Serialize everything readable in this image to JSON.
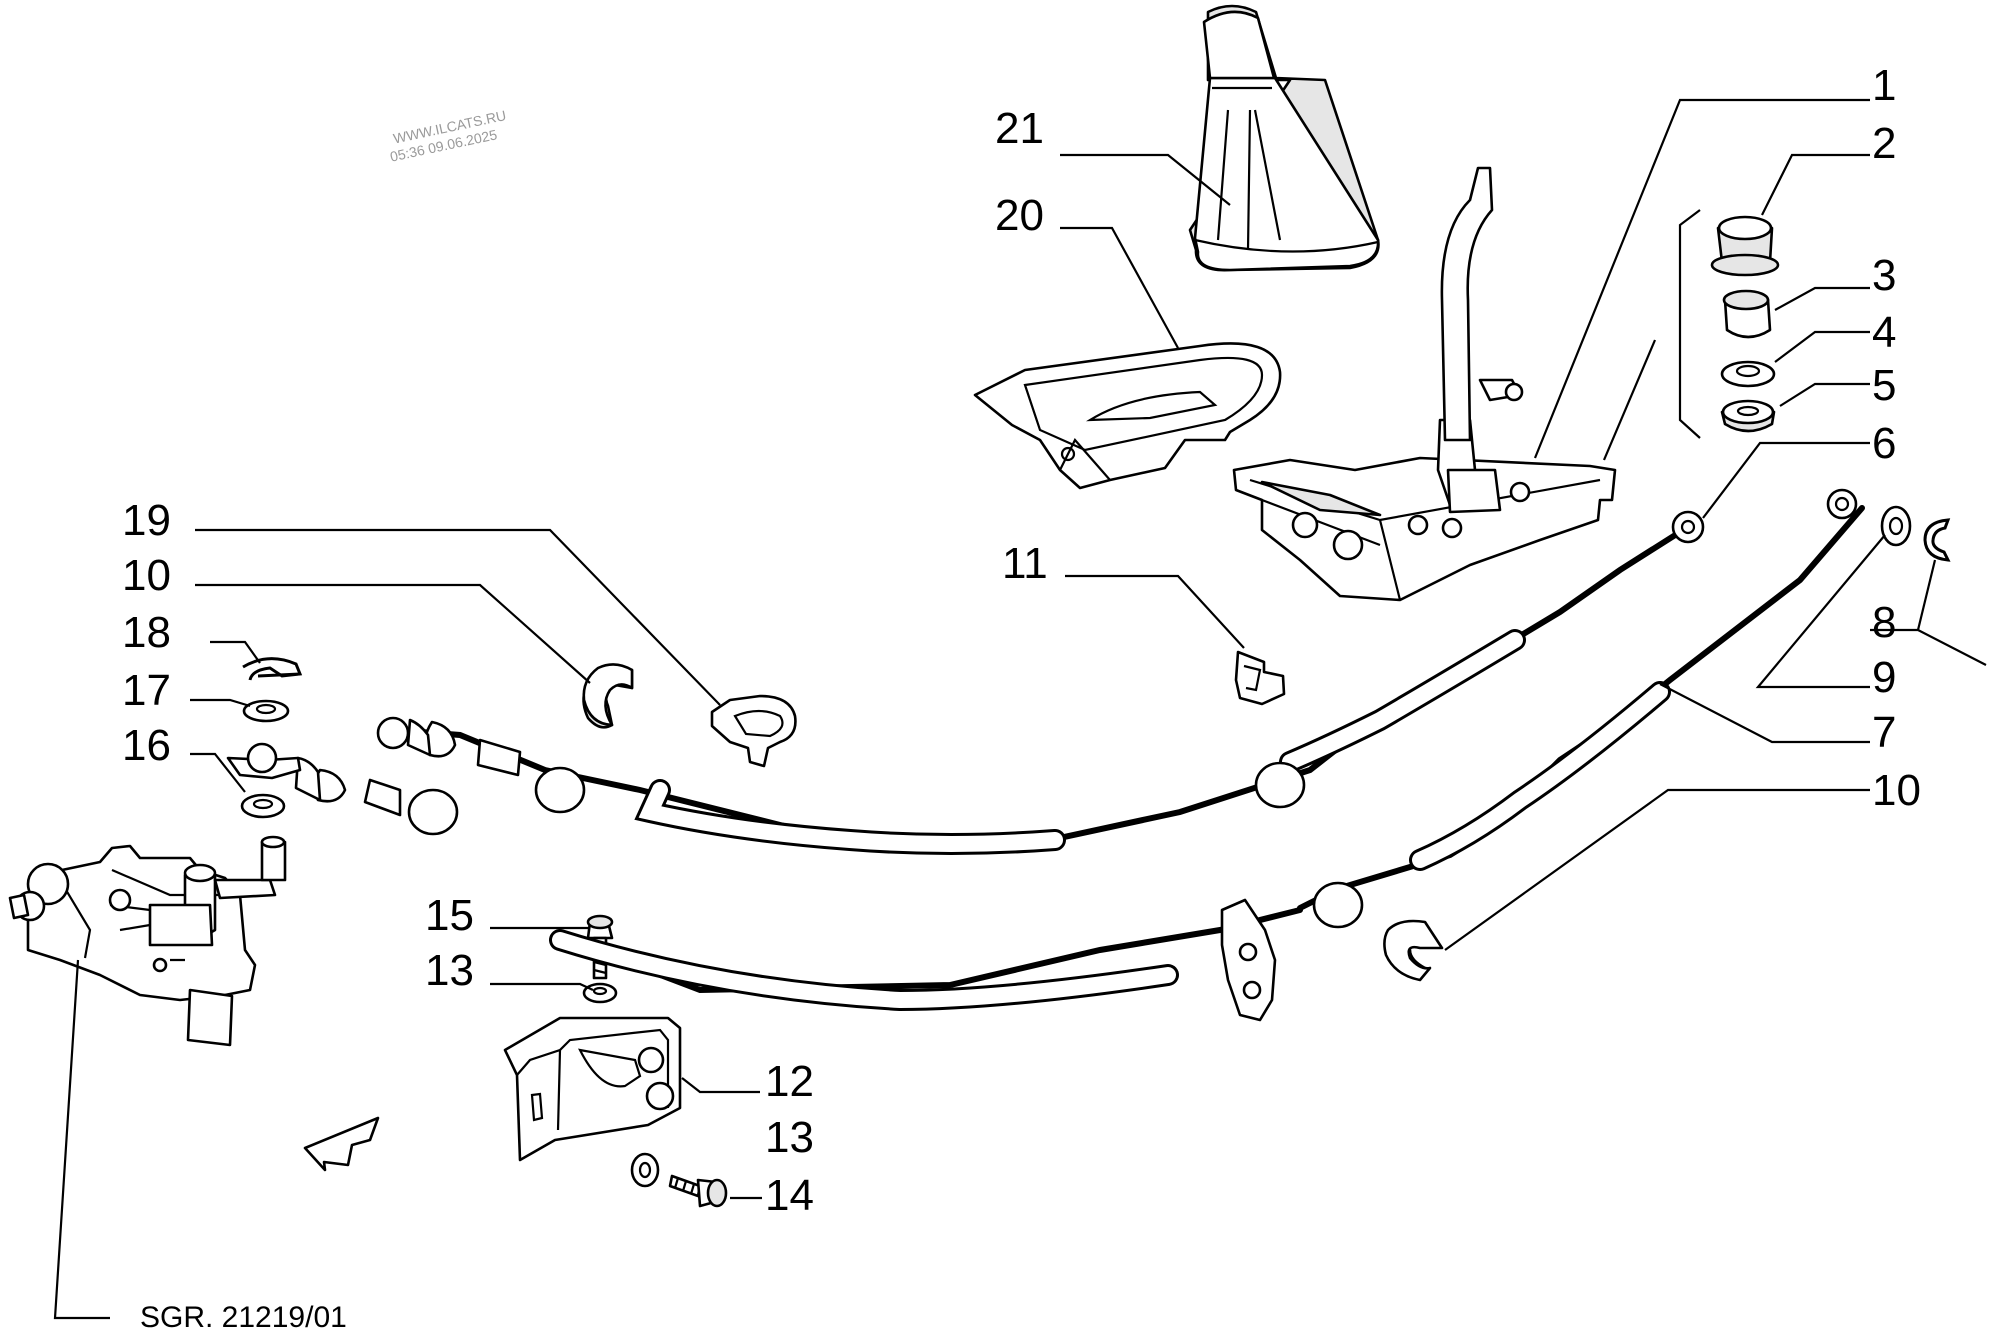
{
  "watermark": {
    "site": "WWW.ILCATS.RU",
    "timestamp": "05:36 09.06.2025"
  },
  "callouts": [
    {
      "id": "c1",
      "label": "1"
    },
    {
      "id": "c2",
      "label": "2"
    },
    {
      "id": "c3",
      "label": "3"
    },
    {
      "id": "c4",
      "label": "4"
    },
    {
      "id": "c5",
      "label": "5"
    },
    {
      "id": "c6",
      "label": "6"
    },
    {
      "id": "c7",
      "label": "7"
    },
    {
      "id": "c8",
      "label": "8"
    },
    {
      "id": "c9",
      "label": "9"
    },
    {
      "id": "c10a",
      "label": "10"
    },
    {
      "id": "c10b",
      "label": "10"
    },
    {
      "id": "c11",
      "label": "11"
    },
    {
      "id": "c12",
      "label": "12"
    },
    {
      "id": "c13a",
      "label": "13"
    },
    {
      "id": "c13b",
      "label": "13"
    },
    {
      "id": "c14",
      "label": "14"
    },
    {
      "id": "c15",
      "label": "15"
    },
    {
      "id": "c16",
      "label": "16"
    },
    {
      "id": "c17",
      "label": "17"
    },
    {
      "id": "c18",
      "label": "18"
    },
    {
      "id": "c19",
      "label": "19"
    },
    {
      "id": "c20",
      "label": "20"
    },
    {
      "id": "c21",
      "label": "21"
    }
  ],
  "reference": "SGR. 21219/01"
}
